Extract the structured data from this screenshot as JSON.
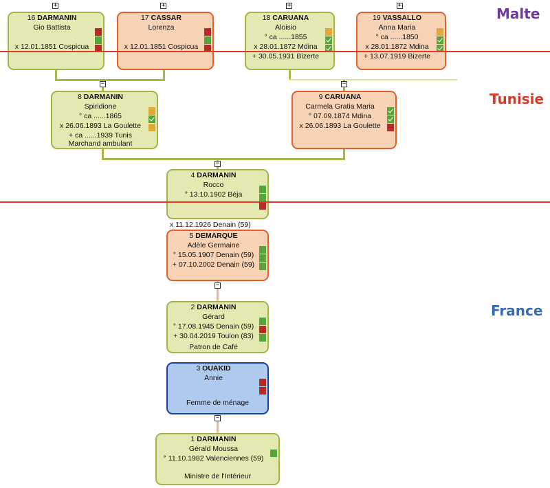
{
  "regions": {
    "malte": "Malte",
    "tunisie": "Tunisie",
    "france": "France"
  },
  "colors": {
    "male_bg": "#e3e9b0",
    "female_bg": "#f7d2b4",
    "spouse_bg": "#aecbef",
    "border_line": "#e03a2a",
    "malte": "#6a3a9c",
    "tunisie": "#d63a2a",
    "france": "#3a6ab0"
  },
  "persons": {
    "p16": {
      "num": "16",
      "surname": "DARMANIN",
      "given": "Gio Battista",
      "l1": "",
      "l2": "x 12.01.1851 Cospicua",
      "l3": ""
    },
    "p17": {
      "num": "17",
      "surname": "CASSAR",
      "given": "Lorenza",
      "l1": "",
      "l2": "x 12.01.1851 Cospicua",
      "l3": ""
    },
    "p18": {
      "num": "18",
      "surname": "CARUANA",
      "given": "Aloisio",
      "l1": "° ca ......1855",
      "l2": "x 28.01.1872 Mdina",
      "l3": "+ 30.05.1931 Bizerte"
    },
    "p19": {
      "num": "19",
      "surname": "VASSALLO",
      "given": "Anna Maria",
      "l1": "° ca ......1850",
      "l2": "x 28.01.1872 Mdina",
      "l3": "+ 13.07.1919 Bizerte"
    },
    "p8": {
      "num": "8",
      "surname": "DARMANIN",
      "given": "Spiridione",
      "l1": "° ca ......1865",
      "l2": "x 26.06.1893 La Goulette",
      "l3": "+ ca ......1939 Tunis",
      "l4": "Marchand ambulant"
    },
    "p9": {
      "num": "9",
      "surname": "CARUANA",
      "given": "Carmela Gratia Maria",
      "l1": "° 07.09.1874 Mdina",
      "l2": "x 26.06.1893 La Goulette"
    },
    "p4": {
      "num": "4",
      "surname": "DARMANIN",
      "given": "Rocco",
      "l1": "° 13.10.1902 Béja"
    },
    "p5": {
      "num": "5",
      "surname": "DEMARQUE",
      "given": "Adèle Germaine",
      "l1": "° 15.05.1907 Denain (59)",
      "l2": "+ 07.10.2002 Denain (59)"
    },
    "p2": {
      "num": "2",
      "surname": "DARMANIN",
      "given": "Gérard",
      "l1": "° 17.08.1945 Denain (59)",
      "l2": "+ 30.04.2019 Toulon (83)",
      "l3": "Patron de Café"
    },
    "p3": {
      "num": "3",
      "surname": "OUAKID",
      "given": "Annie",
      "occ": "Femme de ménage"
    },
    "p1": {
      "num": "1",
      "surname": "DARMANIN",
      "given": "Gérald Moussa",
      "l1": "° 11.10.1982 Valenciennes (59)",
      "occ": "Ministre de l'Intérieur"
    }
  },
  "marriage_4_5": "x 11.12.1926 Denain (59)",
  "controls": {
    "plus": "+",
    "minus": "−"
  }
}
